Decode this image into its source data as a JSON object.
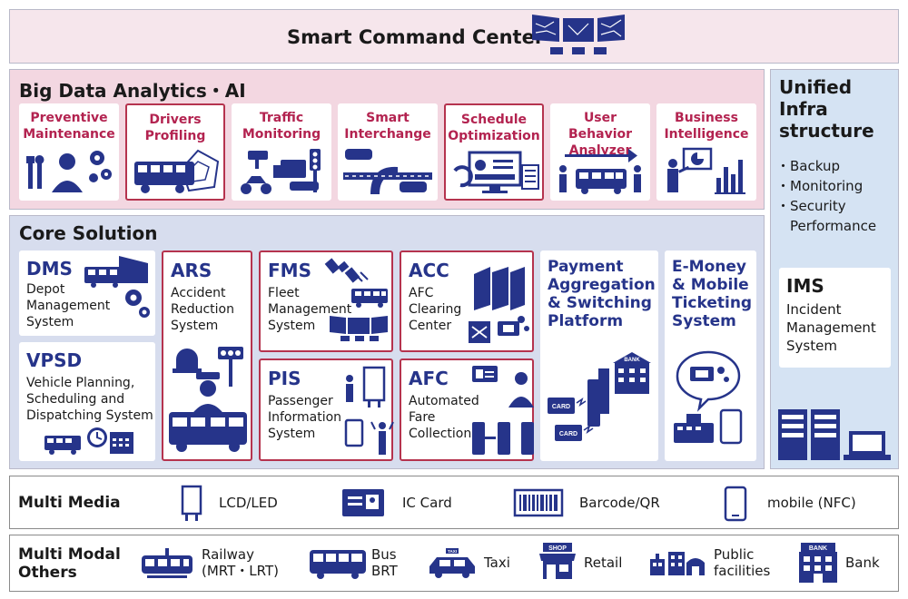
{
  "top": {
    "title": "Smart Command Center"
  },
  "big_data": {
    "title": "Big Data Analytics・AI",
    "tiles": [
      {
        "label": "Preventive\nMaintenance"
      },
      {
        "label": "Drivers\nProfiling"
      },
      {
        "label": "Traffic\nMonitoring"
      },
      {
        "label": "Smart\nInterchange"
      },
      {
        "label": "Schedule\nOptimization"
      },
      {
        "label": "User Behavior\nAnalyzer"
      },
      {
        "label": "Business\nIntelligence"
      }
    ]
  },
  "infra": {
    "title": "Unified\nInfra\nstructure",
    "bullets": [
      "・Backup",
      "・Monitoring",
      "・Security",
      "Performance"
    ],
    "ims": {
      "abbr": "IMS",
      "desc": "Incident\nManagement\nSystem"
    }
  },
  "core": {
    "title": "Core Solution",
    "dms": {
      "abbr": "DMS",
      "desc": "Depot\nManagement\nSystem"
    },
    "vpsd": {
      "abbr": "VPSD",
      "desc": "Vehicle Planning,\nScheduling and\nDispatching System"
    },
    "ars": {
      "abbr": "ARS",
      "desc": "Accident\nReduction\nSystem"
    },
    "fms": {
      "abbr": "FMS",
      "desc": "Fleet\nManagement\nSystem"
    },
    "pis": {
      "abbr": "PIS",
      "desc": "Passenger\nInformation\nSystem"
    },
    "acc": {
      "abbr": "ACC",
      "desc": "AFC\nClearing\nCenter"
    },
    "afc": {
      "abbr": "AFC",
      "desc": "Automated\nFare\nCollection"
    },
    "payment": {
      "title": "Payment\nAggregation\n& Switching\nPlatform",
      "card1": "CARD",
      "card2": "CARD",
      "bank": "BANK"
    },
    "emoney": {
      "title": "E-Money\n& Mobile\nTicketing\nSystem"
    }
  },
  "multimedia": {
    "title": "Multi Media",
    "items": [
      "LCD/LED",
      "IC Card",
      "Barcode/QR",
      "mobile (NFC)"
    ]
  },
  "multimodal": {
    "title": "Multi Modal\nOthers",
    "items": [
      "Railway\n(MRT・LRT)",
      "Bus\nBRT",
      "Taxi",
      "Retail",
      "Public\nfacilities",
      "Bank"
    ],
    "taxi_sign": "TAXI",
    "shop_sign": "SHOP",
    "bank_sign": "BANK"
  },
  "colors": {
    "navy": "#26348a",
    "magenta": "#b32350",
    "highlight_border": "#b5334e"
  }
}
